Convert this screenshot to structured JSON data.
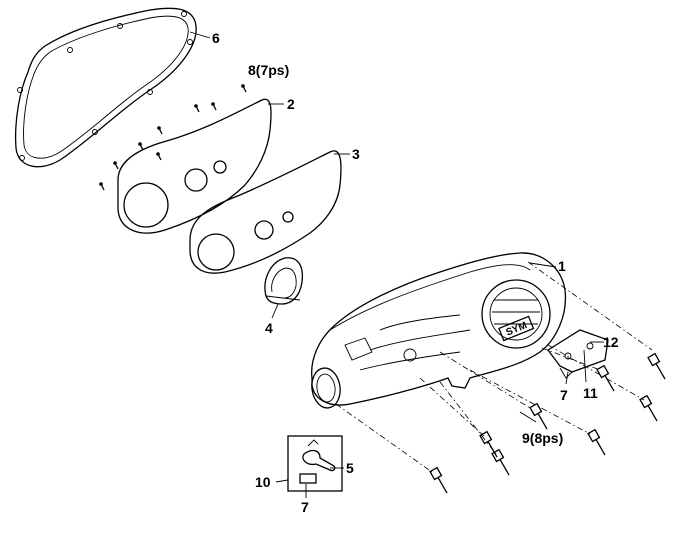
{
  "callouts": {
    "c1": "1",
    "c2": "2",
    "c3": "3",
    "c4": "4",
    "c5": "5",
    "c6": "6",
    "c7a": "7",
    "c7b": "7",
    "c8": "8(7ps)",
    "c9": "9(8ps)",
    "c10": "10",
    "c11": "11",
    "c12": "12"
  },
  "emblem": "SYM"
}
